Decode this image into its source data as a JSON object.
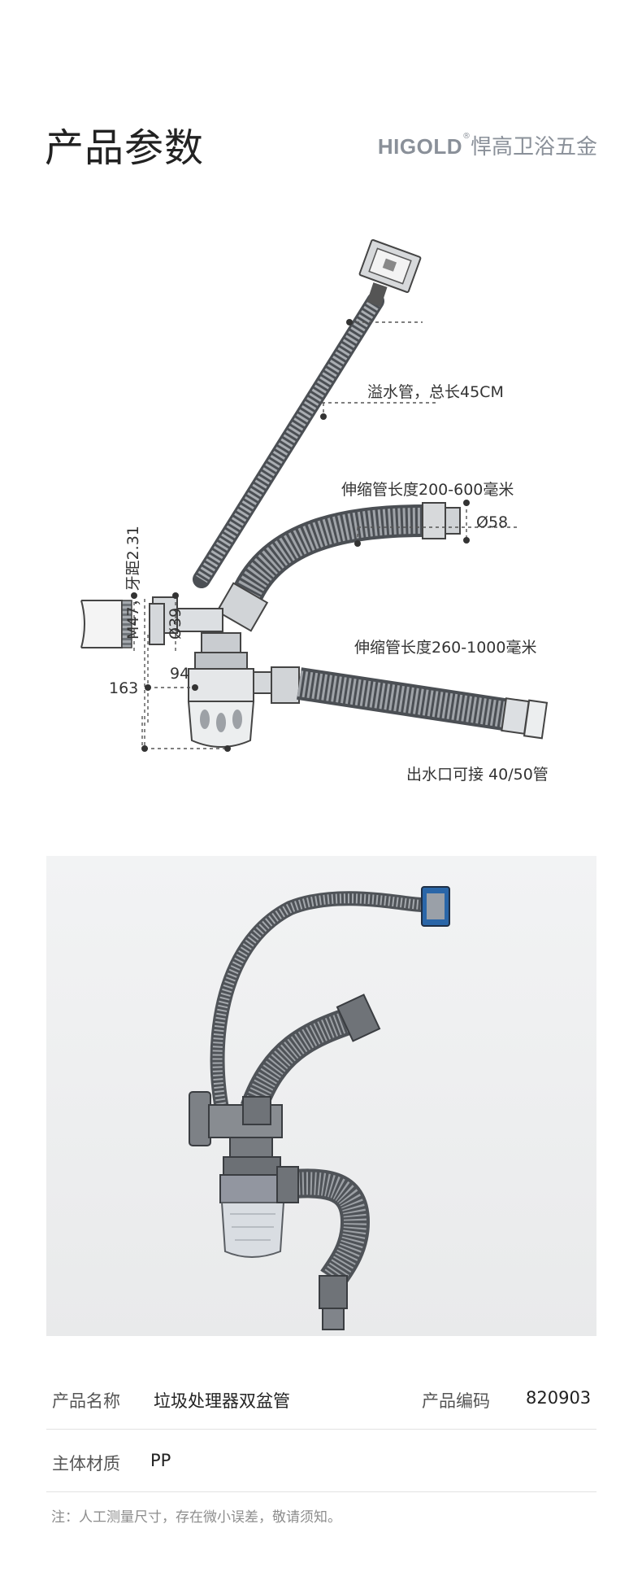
{
  "header": {
    "title": "产品参数",
    "brand_en": "HIGOLD",
    "brand_reg": "®",
    "brand_cn": "悍高卫浴五金"
  },
  "diagram": {
    "overflow_label": "溢水管，总长45CM",
    "hose1_label": "伸缩管长度200-600毫米",
    "dia58": "Ø58",
    "hose2_label": "伸缩管长度260-1000毫米",
    "outlet_label": "出水口可接 40/50管",
    "m47_label": "M47，牙距2.31",
    "dia39": "Ø39",
    "dim94": "94",
    "dim163": "163"
  },
  "specs": {
    "name_key": "产品名称",
    "name_val": "垃圾处理器双盆管",
    "code_key": "产品编码",
    "code_val": "820903",
    "material_key": "主体材质",
    "material_val": "PP"
  },
  "note": "注：人工测量尺寸，存在微小误差，敬请须知。",
  "colors": {
    "pipe": "#8f949a",
    "pipe_dark": "#55595e",
    "text": "#333333"
  }
}
